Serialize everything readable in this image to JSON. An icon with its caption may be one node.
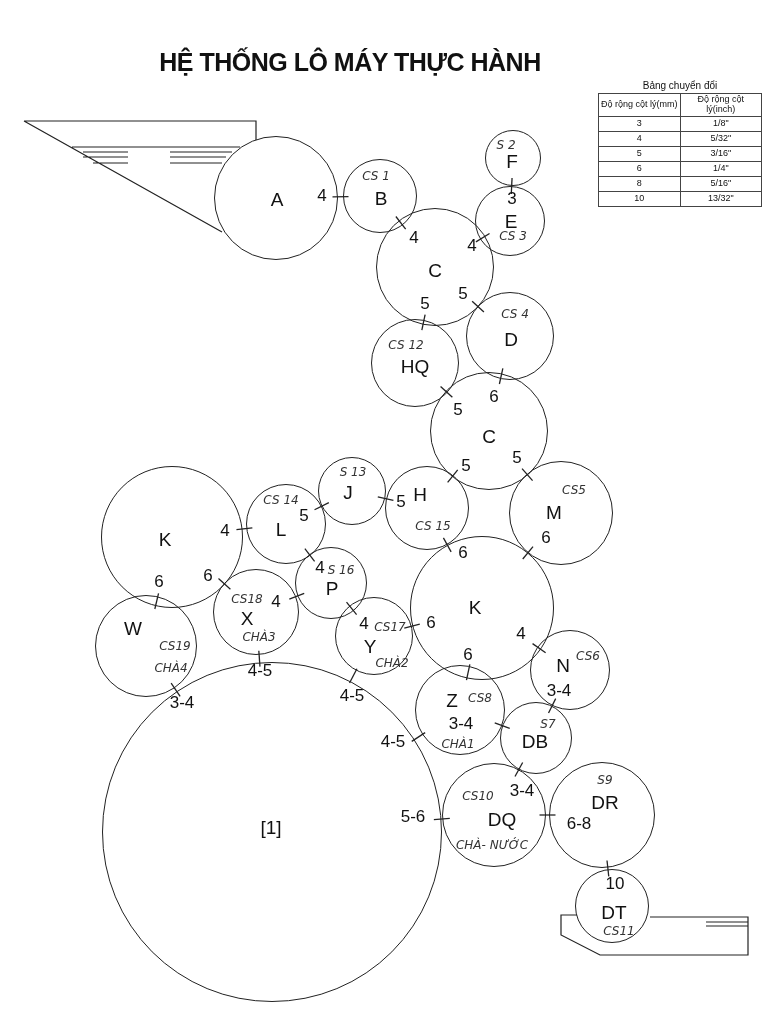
{
  "diagram": {
    "title": "HỆ THỐNG LÔ MÁY THỰC HÀNH",
    "nodes": [
      {
        "text": [
          "A",
          "4"
        ]
      },
      {
        "text": [
          "CS 1",
          "B"
        ]
      },
      {
        "text": [
          "S 2",
          "F"
        ]
      },
      {
        "text": [
          "3",
          "E",
          "CS 3"
        ]
      },
      {
        "text": [
          "4",
          "4",
          "C",
          "5",
          "5"
        ]
      },
      {
        "text": [
          "CS 4",
          "D"
        ]
      },
      {
        "text": [
          "CS 12",
          "HQ"
        ]
      },
      {
        "text": [
          "6",
          "5",
          "C",
          "5",
          "5"
        ]
      },
      {
        "text": [
          "CS5",
          "M",
          "6"
        ]
      },
      {
        "text": [
          "S 13",
          "J"
        ]
      },
      {
        "text": [
          "H",
          "5",
          "CS 15"
        ]
      },
      {
        "text": [
          "K",
          "4",
          "6",
          "6"
        ]
      },
      {
        "text": [
          "CS 14",
          "5",
          "L"
        ]
      },
      {
        "text": [
          "4",
          "S 16",
          "P"
        ]
      },
      {
        "text": [
          "CS18",
          "4",
          "X",
          "CHÀ3"
        ]
      },
      {
        "text": [
          "4",
          "CS17",
          "Y",
          "CHÀ2"
        ]
      },
      {
        "text": [
          "6",
          "6",
          "K",
          "4",
          "6"
        ]
      },
      {
        "text": [
          "W",
          "CS19",
          "CHÀ4"
        ]
      },
      {
        "text": [
          "N",
          "CS6",
          "3-4"
        ]
      },
      {
        "text": [
          "Z",
          "CS8",
          "3-4",
          "CHÀ1"
        ]
      },
      {
        "text": [
          "S7",
          "DB"
        ]
      },
      {
        "text": [
          "4-5",
          "4-5",
          "3-4",
          "4-5",
          "5-6",
          "[1]"
        ]
      },
      {
        "text": [
          "CS10",
          "3-4",
          "DQ",
          "CHÀ- NƯỚC"
        ]
      },
      {
        "text": [
          "S9",
          "DR",
          "6-8"
        ]
      },
      {
        "text": [
          "10",
          "DT",
          "CS11"
        ]
      }
    ],
    "labels": [
      "Bảng chuyển đổi",
      "Độ rộng cột lý(mm)",
      "Độ rộng cột lý(inch)",
      "3",
      "1/8\"",
      "4",
      "5/32\"",
      "5",
      "3/16\"",
      "6",
      "1/4\"",
      "8",
      "5/16\"",
      "10",
      "13/32\""
    ]
  }
}
